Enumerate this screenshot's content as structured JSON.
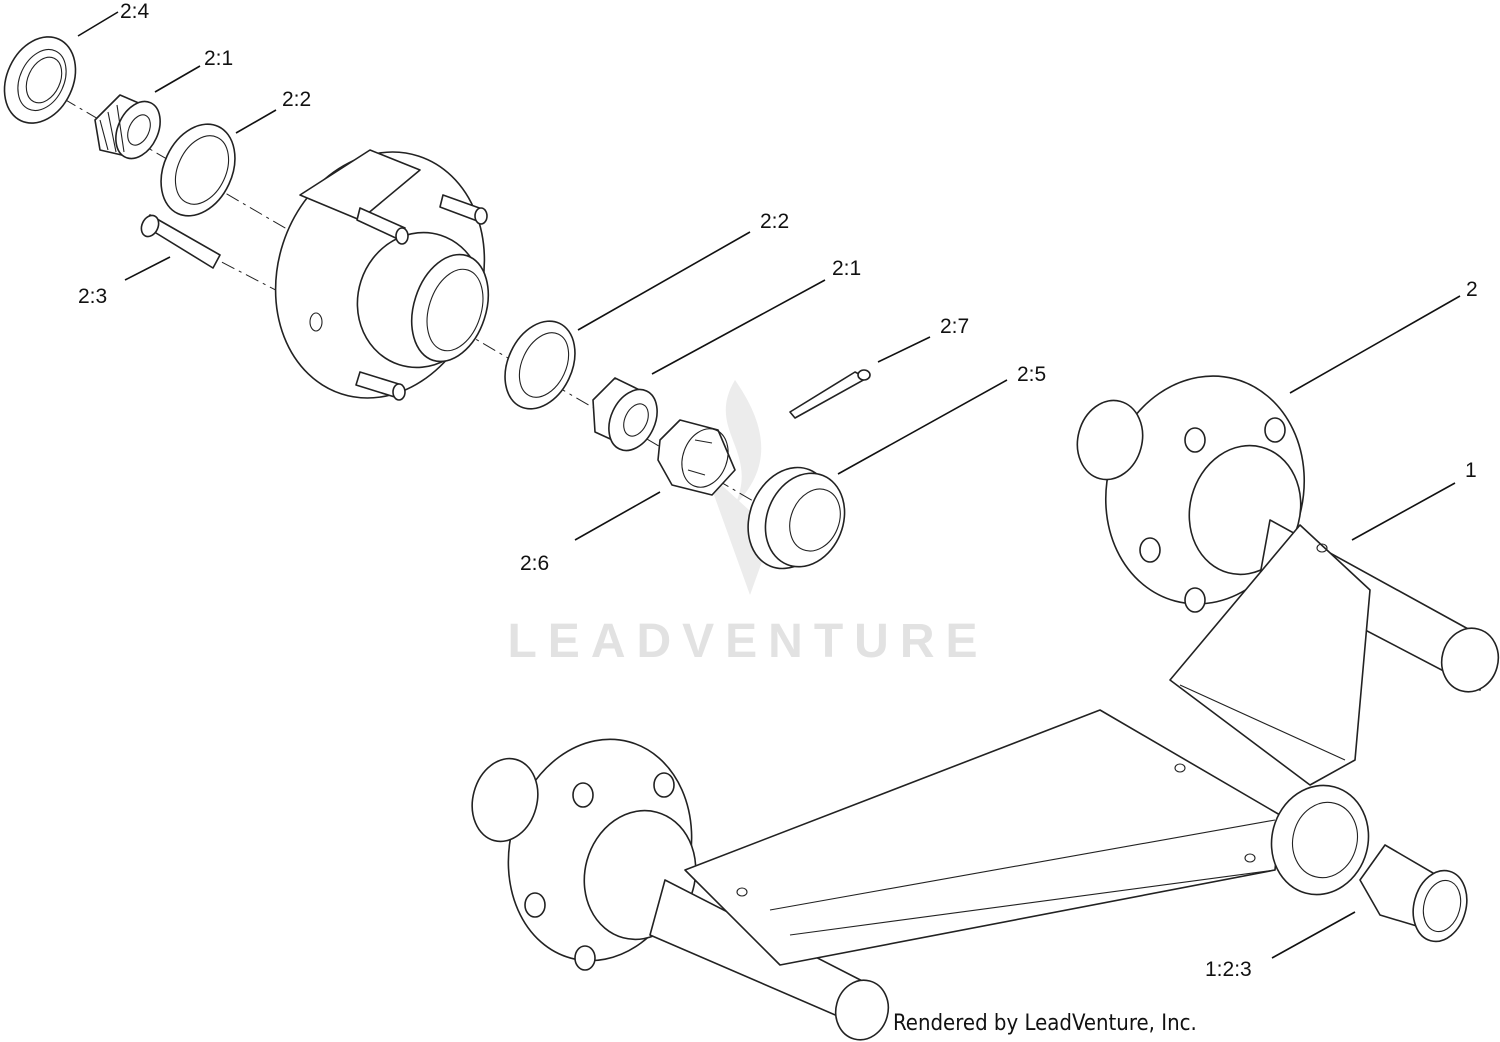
{
  "callouts": {
    "c_2_4_top": "2:4",
    "c_2_1_top": "2:1",
    "c_2_2_top": "2:2",
    "c_2_3": "2:3",
    "c_2_2_mid": "2:2",
    "c_2_1_mid": "2:1",
    "c_2_7": "2:7",
    "c_2_5": "2:5",
    "c_2_6": "2:6",
    "c_2": "2",
    "c_1": "1",
    "c_1_2_3": "1:2:3"
  },
  "watermark": "LEADVENTURE",
  "credit": "Rendered by LeadVenture, Inc.",
  "colors": {
    "line": "#222222",
    "watermark": "#e2e2e2",
    "background": "#ffffff"
  }
}
